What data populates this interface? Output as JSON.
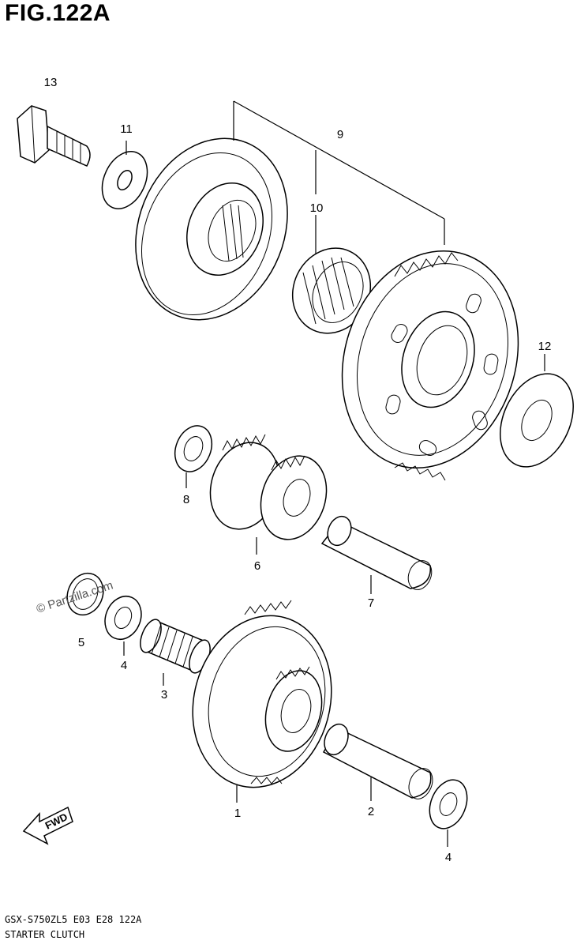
{
  "figure": {
    "title": "FIG.122A"
  },
  "caption": {
    "code": "GSX-S750ZL5  E03  E28  122A",
    "name": "STARTER CLUTCH"
  },
  "watermark": "© Partzilla.com",
  "fwd_label": "FWD",
  "callouts": [
    {
      "id": "13",
      "label": "13"
    },
    {
      "id": "11",
      "label": "11"
    },
    {
      "id": "9",
      "label": "9"
    },
    {
      "id": "10",
      "label": "10"
    },
    {
      "id": "12",
      "label": "12"
    },
    {
      "id": "8",
      "label": "8"
    },
    {
      "id": "6",
      "label": "6"
    },
    {
      "id": "7",
      "label": "7"
    },
    {
      "id": "5",
      "label": "5"
    },
    {
      "id": "4a",
      "label": "4"
    },
    {
      "id": "3",
      "label": "3"
    },
    {
      "id": "1",
      "label": "1"
    },
    {
      "id": "2",
      "label": "2"
    },
    {
      "id": "4b",
      "label": "4"
    }
  ]
}
